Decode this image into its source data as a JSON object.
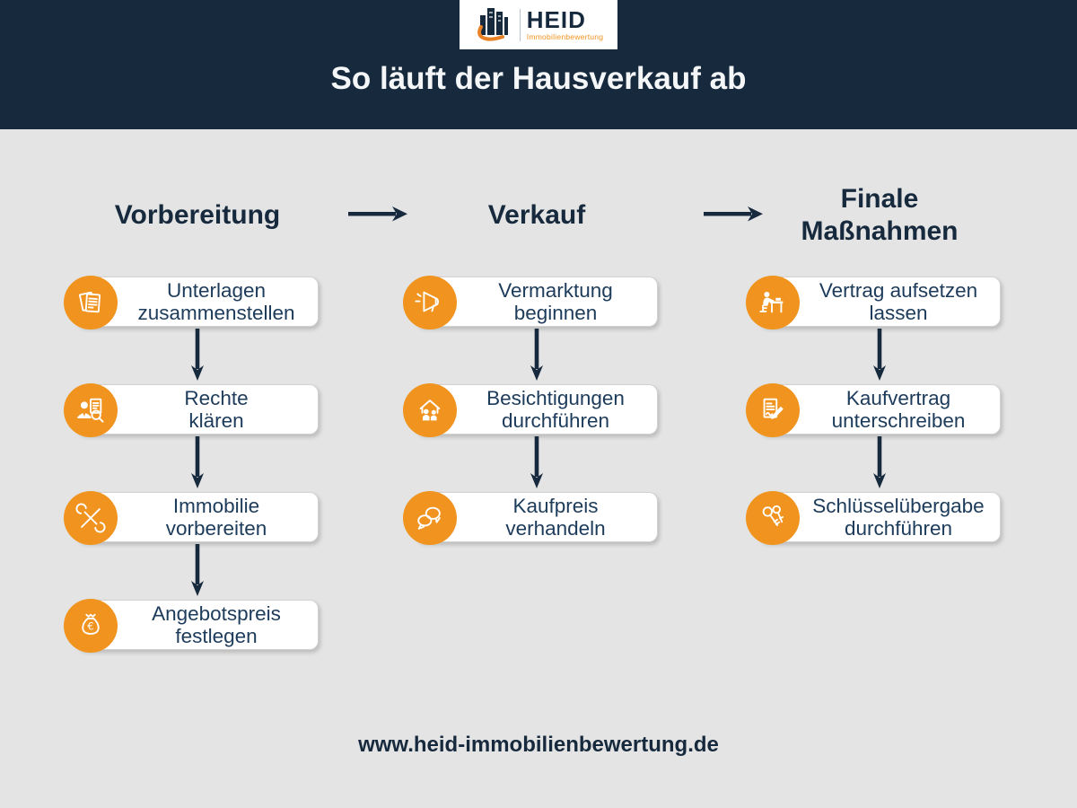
{
  "colors": {
    "navy": "#16293d",
    "orange": "#f0931f",
    "bg": "#e4e4e4",
    "card-text": "#1d3b5a"
  },
  "logo": {
    "name": "HEID",
    "subtitle": "Immobilienbewertung",
    "icon": "buildings-swoosh-icon"
  },
  "header": {
    "title": "So läuft der Hausverkauf ab"
  },
  "columns": [
    {
      "title_lines": [
        "Vorbereitung"
      ],
      "steps": [
        {
          "icon": "documents-icon",
          "lines": [
            "Unterlagen",
            "zusammenstellen"
          ]
        },
        {
          "icon": "person-document-magnifier-icon",
          "lines": [
            "Rechte",
            "klären"
          ]
        },
        {
          "icon": "crossed-tools-icon",
          "lines": [
            "Immobilie",
            "vorbereiten"
          ]
        },
        {
          "icon": "money-bag-euro-icon",
          "lines": [
            "Angebotspreis",
            "festlegen"
          ]
        }
      ]
    },
    {
      "title_lines": [
        "Verkauf"
      ],
      "steps": [
        {
          "icon": "megaphone-icon",
          "lines": [
            "Vermarktung",
            "beginnen"
          ]
        },
        {
          "icon": "house-viewing-people-icon",
          "lines": [
            "Besichtigungen",
            "durchführen"
          ]
        },
        {
          "icon": "speech-bubbles-icon",
          "lines": [
            "Kaufpreis",
            "verhandeln"
          ]
        }
      ]
    },
    {
      "title_lines": [
        "Finale",
        "Maßnahmen"
      ],
      "steps": [
        {
          "icon": "person-at-desk-icon",
          "lines": [
            "Vertrag aufsetzen",
            "lassen"
          ]
        },
        {
          "icon": "contract-signing-icon",
          "lines": [
            "Kaufvertrag",
            "unterschreiben"
          ]
        },
        {
          "icon": "keys-icon",
          "lines": [
            "Schlüsselübergabe",
            "durchführen"
          ]
        }
      ]
    }
  ],
  "footer": {
    "url": "www.heid-immobilienbewertung.de"
  }
}
